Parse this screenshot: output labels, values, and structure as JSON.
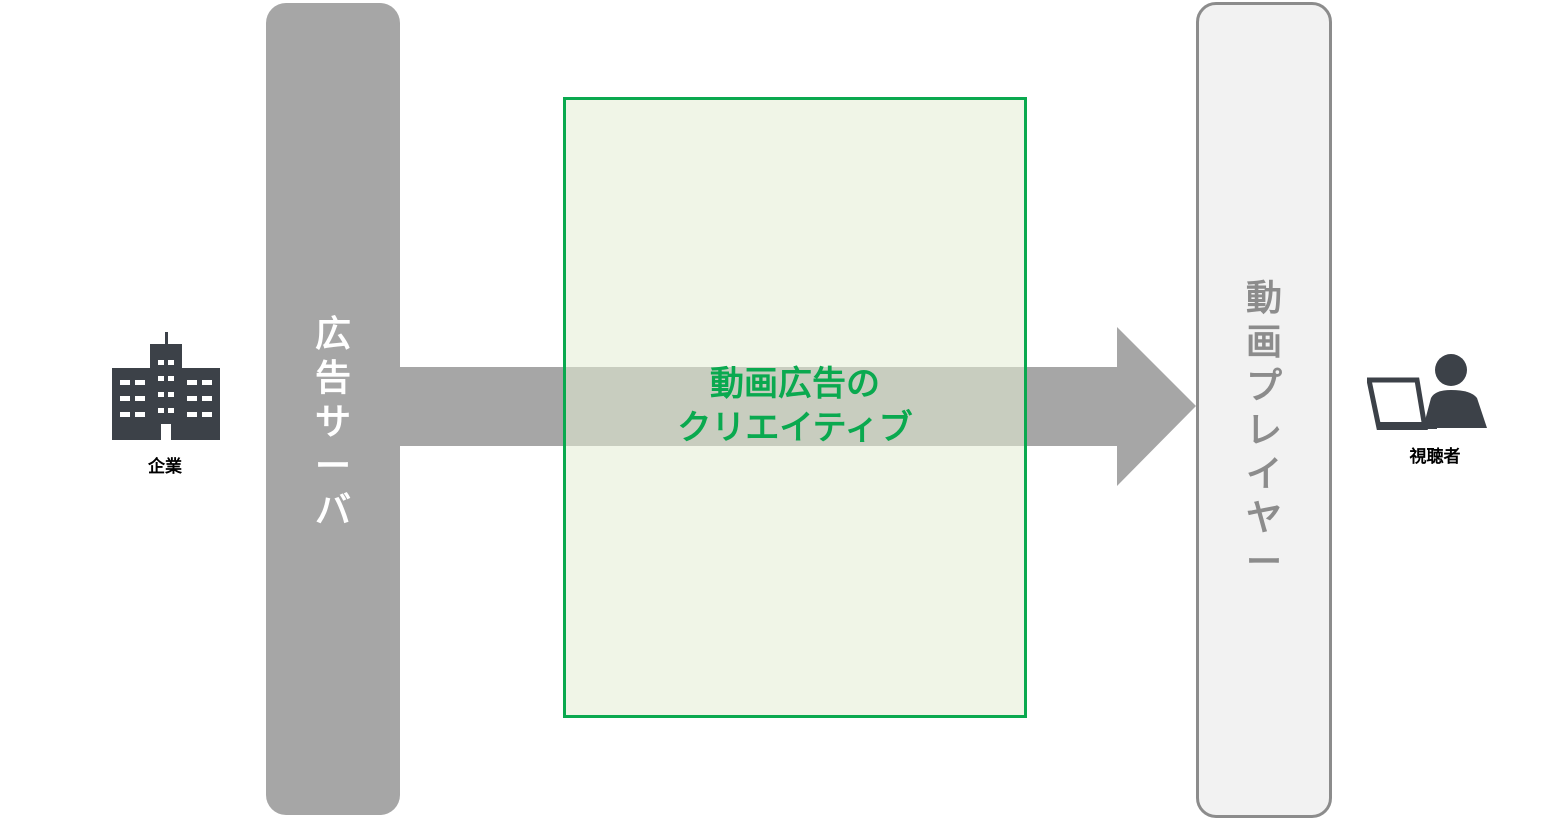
{
  "company": {
    "label": "企業",
    "icon": "building-icon"
  },
  "ad_server": {
    "label": "広告サーバ"
  },
  "creative": {
    "line1": "動画広告の",
    "line2": "クリエイティブ"
  },
  "player": {
    "label": "動画プレイヤー"
  },
  "viewer": {
    "label": "視聴者",
    "icon": "person-laptop-icon"
  },
  "colors": {
    "accent_green": "#0aa94f",
    "server_gray": "#a6a6a6",
    "arrow_gray": "#a6a6a6",
    "player_border": "#8c8c8c",
    "player_fill": "#f2f2f2",
    "icon_dark": "#3c4148"
  }
}
